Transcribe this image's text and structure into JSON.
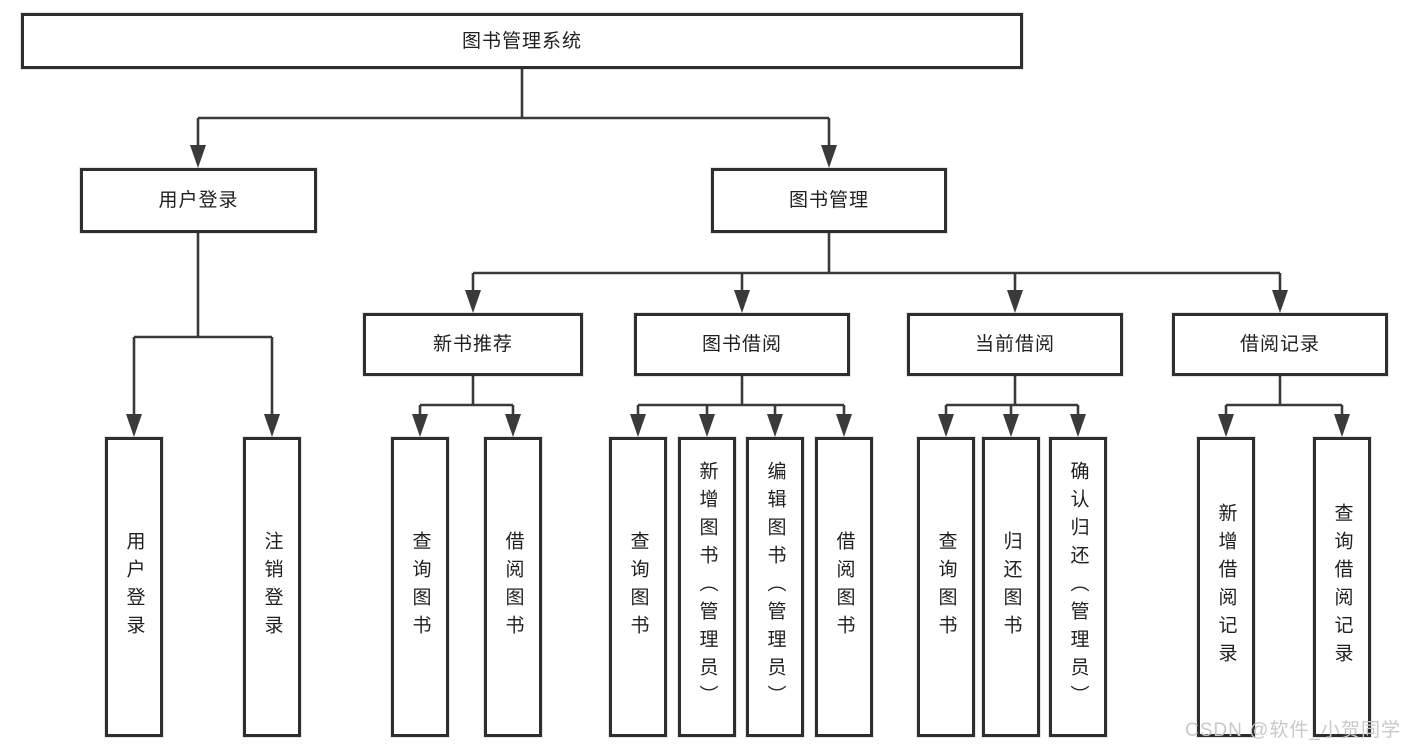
{
  "diagram": {
    "nodes": {
      "root": "图书管理系统",
      "user_login": "用户登录",
      "book_mgmt": "图书管理",
      "new_books": "新书推荐",
      "book_borrow": "图书借阅",
      "current_borrow": "当前借阅",
      "borrow_records": "借阅记录",
      "leaves": {
        "user_login": [
          "用户登录",
          "注销登录"
        ],
        "new_books": [
          "查询图书",
          "借阅图书"
        ],
        "book_borrow": [
          "查询图书",
          "新增图书（管理员）",
          "编辑图书（管理员）",
          "借阅图书"
        ],
        "current_borrow": [
          "查询图书",
          "归还图书",
          "确认归还（管理员）"
        ],
        "borrow_records": [
          "新增借阅记录",
          "查询借阅记录"
        ]
      }
    },
    "colors": {
      "line": "#3a3a3a",
      "box_border": "#2e2e2e",
      "background": "#ffffff",
      "text": "#1f1f1f",
      "watermark": "#c9c9c9"
    }
  },
  "watermark": "CSDN @软件_小贺同学"
}
